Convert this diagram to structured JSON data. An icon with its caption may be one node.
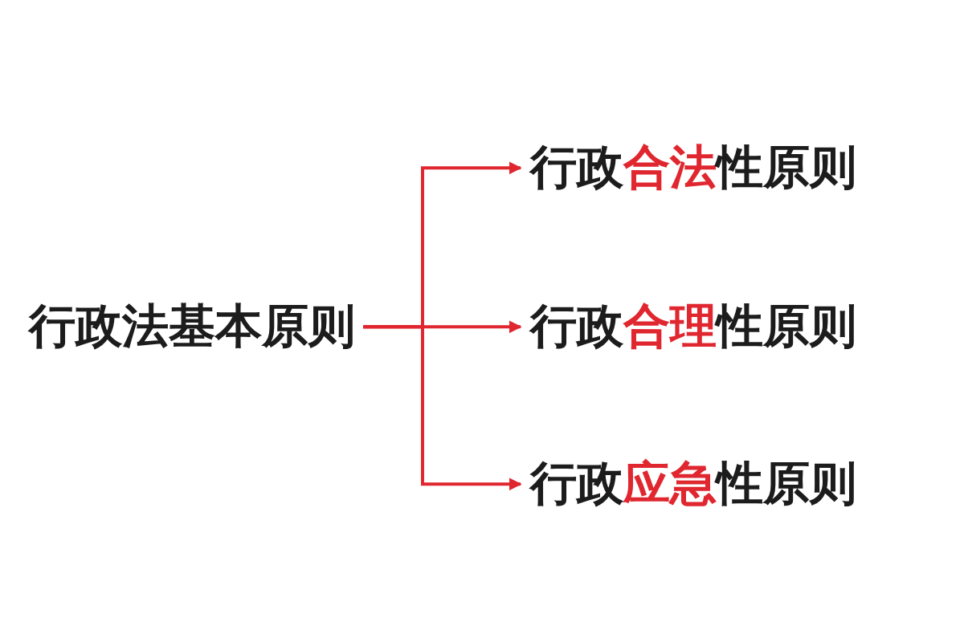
{
  "diagram": {
    "nodes": [
      {
        "text": [
          "行政法基本原则"
        ]
      },
      {
        "text": [
          "行政**合法**性原则"
        ]
      },
      {
        "text": [
          "行政**合理**性原则"
        ]
      },
      {
        "text": [
          "行政**应急**性原则"
        ]
      }
    ],
    "edges": [
      {
        "from": 0,
        "to": 1,
        "arrow": "to"
      },
      {
        "from": 0,
        "to": 2,
        "arrow": "to"
      },
      {
        "from": 0,
        "to": 3,
        "arrow": "to"
      }
    ]
  }
}
